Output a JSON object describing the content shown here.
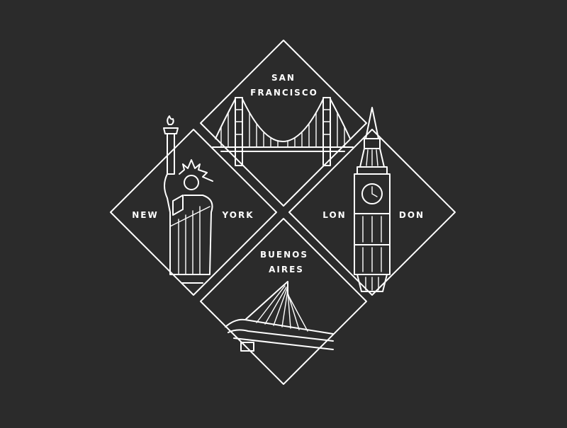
{
  "colors": {
    "background": "#2b2b2b",
    "line": "#ffffff"
  },
  "cities": {
    "san_francisco": {
      "line1": "SAN",
      "line2": "FRANCISCO",
      "icon": "golden-gate-bridge-icon"
    },
    "new_york": {
      "left": "NEW",
      "right": "YORK",
      "icon": "statue-of-liberty-icon"
    },
    "london": {
      "left": "LON",
      "right": "DON",
      "icon": "big-ben-icon"
    },
    "buenos_aires": {
      "line1": "BUENOS",
      "line2": "AIRES",
      "icon": "puente-de-la-mujer-icon"
    }
  }
}
